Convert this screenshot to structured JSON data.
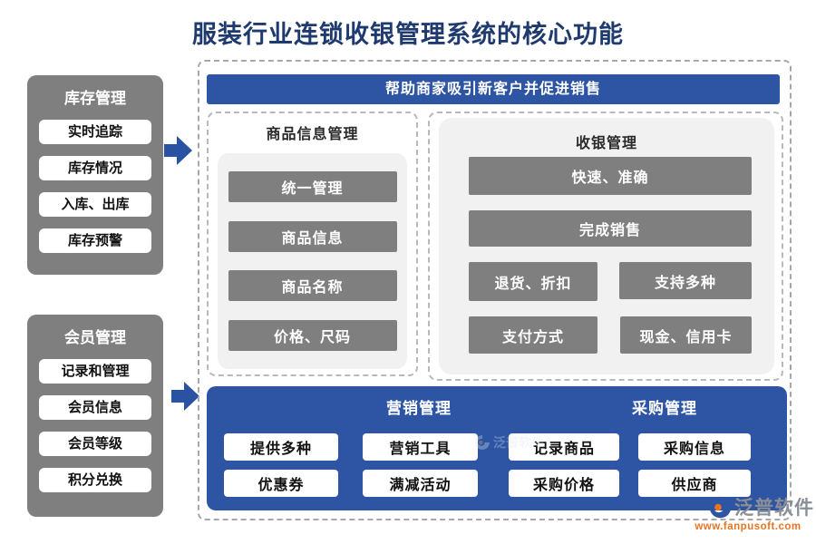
{
  "page": {
    "title": "服装行业连锁收银管理系统的核心功能"
  },
  "sidebar": {
    "inventory": {
      "title": "库存管理",
      "items": [
        "实时追踪",
        "库存情况",
        "入库、出库",
        "库存预警"
      ]
    },
    "member": {
      "title": "会员管理",
      "items": [
        "记录和管理",
        "会员信息",
        "会员等级",
        "积分兑换"
      ]
    }
  },
  "main": {
    "banner": "帮助商家吸引新客户并促进销售",
    "product_info": {
      "title": "商品信息管理",
      "items": [
        "统一管理",
        "商品信息",
        "商品名称",
        "价格、尺码"
      ]
    },
    "cashier": {
      "title": "收银管理",
      "row_full_1": "快速、准确",
      "row_full_2": "完成销售",
      "grid": [
        "退货、折扣",
        "支持多种",
        "支付方式",
        "现金、信用卡"
      ]
    },
    "bottom": {
      "marketing": {
        "title": "营销管理",
        "items": [
          "提供多种",
          "营销工具",
          "优惠券",
          "满减活动"
        ]
      },
      "purchasing": {
        "title": "采购管理",
        "items": [
          "记录商品",
          "采购信息",
          "采购价格",
          "供应商"
        ]
      }
    }
  },
  "branding": {
    "watermark_text": "泛普软件",
    "logo_text": "泛普软件",
    "logo_url": "www.fanpusoft.com"
  },
  "colors": {
    "accent_blue": "#2e55a4",
    "title_navy": "#1e3a6e",
    "panel_gray": "#7f7f7f",
    "light_gray": "#f1f1f1",
    "logo_orange": "#e87422",
    "logo_gray": "#8a8f96"
  }
}
